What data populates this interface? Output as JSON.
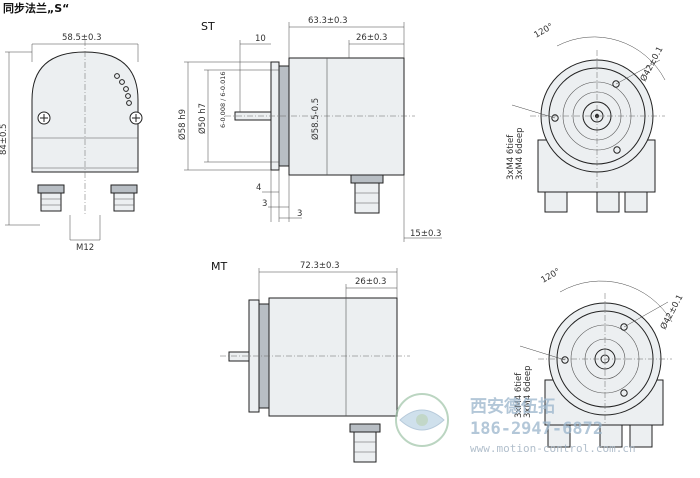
{
  "title": "同步法兰„S“",
  "views": {
    "st_label": "ST",
    "mt_label": "MT"
  },
  "dims": {
    "front_width": "58.5±0.3",
    "front_height": "84±0.5",
    "connector": "M12",
    "st_length": "63.3±0.3",
    "st_shaft_len": "10",
    "st_flange_len": "26±0.3",
    "st_d58": "Ø58 h9",
    "st_d50": "Ø50 h7",
    "st_d6": "6-0.008 / 6-0.016",
    "st_body_d": "Ø58.5-0.5",
    "st_4": "4",
    "st_3a": "3",
    "st_3b": "3",
    "st_15": "15±0.3",
    "mt_length": "72.3±0.3",
    "mt_flange_len": "26±0.3",
    "angle_top": "120°",
    "pcd_top": "Ø42±0.1",
    "thread_top_1": "3xM4 6deep",
    "thread_top_2": "3xM4 6tief",
    "angle_bottom": "120°",
    "pcd_bottom": "Ø42±0.1",
    "thread_bottom_1": "3xM4 6deep",
    "thread_bottom_2": "3xM4 6tief"
  },
  "watermark": {
    "company": "西安德伍拓",
    "phone": "186-2947-6872",
    "url": "www.motion-control.com.cn"
  }
}
